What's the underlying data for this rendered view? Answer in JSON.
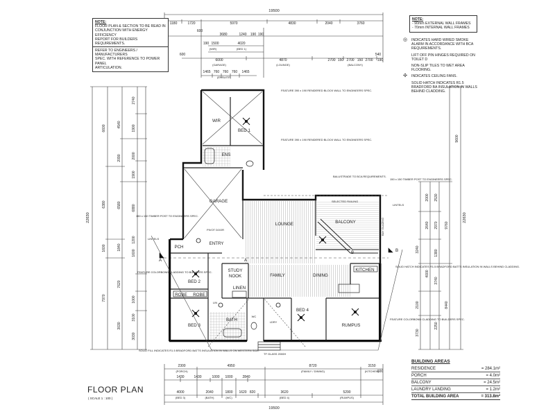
{
  "notes": {
    "general_title": "NOTE:",
    "general_lines": [
      "FLOOR PLAN & SECTION TO BE READ IN",
      "CONJUNCTION WITH ENERGY EFFICIENCY",
      "REPORT FOR BUILDERS REQUIREMENTS."
    ],
    "engineers_lines": [
      "REFER TO ENGINEERS / MANUFACTURERS",
      "SPEC. WITH REFERENCE TO POWER PANEL",
      "ARTICULATION."
    ],
    "frames_title": "NOTE:",
    "frames_lines": [
      "- 90mm EXTERNAL WALL FRAMES",
      "- 70mm INTERNAL WALL FRAMES"
    ]
  },
  "legend": [
    {
      "icon": "smoke-alarm-icon",
      "symbol": "◎",
      "text": "INDICATES HARD WIRED SMOKE ALARM IN ACCORDANCE WITH BCA REQUIREMENTS."
    },
    {
      "icon": "none",
      "symbol": "",
      "text": "LIFT OFF PIN HINGES REQUIRED ON TOILET D"
    },
    {
      "icon": "none",
      "symbol": "",
      "text": "NON-SLIP TILES TO WET AREA FLOORING."
    },
    {
      "icon": "ceiling-fan-icon",
      "symbol": "✣",
      "text": "INDICATES CEILING FANS."
    },
    {
      "icon": "none",
      "symbol": "",
      "text": "SOLID HATCH INDICATES R1.5 BRADFORD BA INSULATION IN WALLS BEHIND CLADDING."
    }
  ],
  "rooms": {
    "wir": "WIR",
    "bed1": "BED 1",
    "ens": "ENS",
    "garage": "GARAGE",
    "lounge": "LOUNGE",
    "balcony": "BALCONY",
    "pch": "PCH",
    "entry": "ENTRY",
    "study": "STUDY",
    "nook": "NOOK",
    "family": "FAMILY",
    "dining": "DINING",
    "kitchen": "KITCHEN",
    "bed2": "BED 2",
    "robe1": "ROBE",
    "robe2": "ROBE",
    "linen": "LINEN",
    "bed3": "BED 3",
    "bath": "BATH",
    "bed4": "BED 4",
    "rumpus": "RUMPUS",
    "wc": "WC",
    "ldry": "LDRY",
    "lin": "LIN"
  },
  "dimensions": {
    "top_overall": "19500",
    "top_row1": [
      "1180",
      "1720",
      "5970",
      "4830",
      "2040",
      "3760"
    ],
    "top_row2": [
      "600",
      "3680",
      "1240",
      "190",
      "190"
    ],
    "top_row3": [
      "190",
      "1500",
      "4020"
    ],
    "top_row3b": [
      "(WIR)",
      "(BED 1)"
    ],
    "top_row4": [
      "600",
      "6000",
      "4870",
      "2700",
      "150",
      "2700",
      "150",
      "2700",
      "540",
      "190"
    ],
    "top_row4b": [
      "(GARAGE)",
      "(LOUNGE)",
      "(BALCONY)"
    ],
    "top_row5": [
      "1465",
      "760",
      "760",
      "760",
      "1465"
    ],
    "top_row5b": [
      "(ENSUITE)"
    ],
    "bottom_row1": [
      "2300",
      "4950",
      "8720",
      "3150",
      "600"
    ],
    "bottom_row1b": [
      "(PORCH)",
      "(FAMILY / DINING)",
      "(KITCHEN)"
    ],
    "bottom_row2": [
      "1430",
      "1430",
      "1000",
      "1000",
      "2840"
    ],
    "bottom_row3": [
      "4000",
      "2040",
      "1800",
      "1620",
      "820",
      "3620",
      "5290"
    ],
    "bottom_row3b": [
      "(BED 3)",
      "(BATH)",
      "(WC)",
      "(BED 4)",
      "(RUMPUS)"
    ],
    "bottom_overall": "19500",
    "left_overall": "22630",
    "right_overall": "22630",
    "left_outer": [
      "6600",
      "6380",
      "1600",
      "7970"
    ],
    "left_mid": [
      "4540",
      "2090",
      "6580",
      "1840",
      "7620",
      "3030"
    ],
    "left_inner": [
      "2740",
      "1900",
      "2000",
      "1900",
      "6880",
      "1200",
      "1600",
      "1000",
      "3100",
      "3030"
    ],
    "right_outer": [
      "9600",
      "9760",
      "8440"
    ],
    "right_mid": [
      "2530",
      "2970",
      "1380",
      "3740",
      "2250"
    ],
    "right_inner": [
      "2000",
      "2640",
      "4000",
      "3240",
      "2100",
      "3730"
    ]
  },
  "callouts": {
    "feature1": "FEATURE 390 x 190 RENDERED BLOCK WALL TO ENGINEERS SPEC.",
    "feature2": "FEATURE 390 x 190 RENDERED BLOCK WALL TO ENGINEERS SPEC.",
    "balustrade": "BALUSTRADE TO BCA REQUIREMENTS.",
    "timber_post_right": "150 x 150 TIMBER POST TO ENGINEERS SPEC.",
    "timber_post_left": "150 x 150 TIMBER POST TO ENGINEERS SPEC.",
    "pivot_door": "PIVOT DOOR",
    "lintels_left": "LINTELS",
    "lintels_right": "LINTELS",
    "colorbond_left": "FEATURE COLORBOND CLADDING TO BUILDERS SPEC.",
    "solid_hatch": "SOLID HATCH INDICATES R1.5 BRADFORD BATTS INSULATION IN WALLS BEHIND CLADDING.",
    "colorbond_right": "FEATURE COLORBOND CLADDING TO BUILDERS SPEC.",
    "solid_fill_bottom": "SOLID FILL INDICATES R1.5 BRADFORD BATTS INSULATION IN WALLS ON WESTERN SIDE.",
    "selected_railing": "SELECTED RAILING",
    "bay_glazing": "BAY GLAZING",
    "section_a": "A",
    "section_b": "B",
    "gutter": "TF GLASS 2000H"
  },
  "plan": {
    "title": "FLOOR PLAN",
    "scale": "( SCALE 1 : 100 )"
  },
  "building_areas": {
    "title": "BUILDING AREAS",
    "rows": [
      {
        "label": "RESIDENCE",
        "value": "= 284.1m²"
      },
      {
        "label": "PORCH",
        "value": "= 4.0m²"
      },
      {
        "label": "BALCONY",
        "value": "= 24.5m²"
      },
      {
        "label": "LAUNDRY LANDING",
        "value": "= 1.2m²"
      }
    ],
    "total": {
      "label": "TOTAL BUILDING AREA",
      "value": "= 313.8m²"
    }
  }
}
